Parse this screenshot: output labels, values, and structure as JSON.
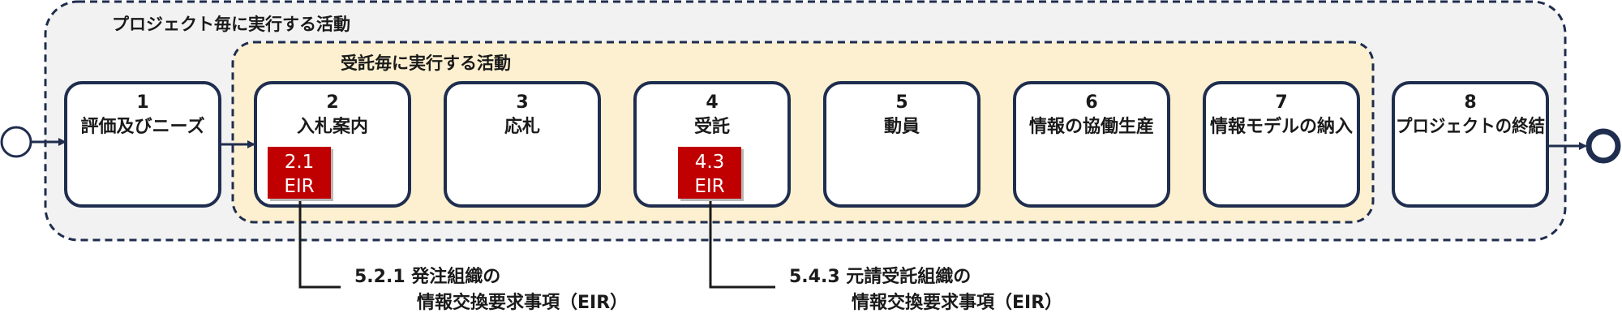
{
  "project_group": {
    "title": "プロジェクト毎に実行する活動"
  },
  "appointment_group": {
    "title": "受託毎に実行する活動"
  },
  "steps": [
    {
      "number": "1",
      "name": "評価及びニーズ"
    },
    {
      "number": "2",
      "name": "入札案内"
    },
    {
      "number": "3",
      "name": "応札"
    },
    {
      "number": "4",
      "name": "受託"
    },
    {
      "number": "5",
      "name": "動員"
    },
    {
      "number": "6",
      "name": "情報の協働生産"
    },
    {
      "number": "7",
      "name": "情報モデルの納入"
    },
    {
      "number": "8",
      "name": "プロジェクトの終結"
    }
  ],
  "tags": [
    {
      "line1": "2.1",
      "line2": "EIR"
    },
    {
      "line1": "4.3",
      "line2": "EIR"
    }
  ],
  "callouts": [
    {
      "line1": "5.2.1 発注組織の",
      "line2": "情報交換要求事項（EIR）"
    },
    {
      "line1": "5.4.3 元請受託組織の",
      "line2": "情報交換要求事項（EIR）"
    }
  ],
  "colors": {
    "outline": "#1f2d4e",
    "project_fill": "#f2f2f2",
    "appointment_fill": "#fdf0d0",
    "tag_fill": "#c00000"
  }
}
